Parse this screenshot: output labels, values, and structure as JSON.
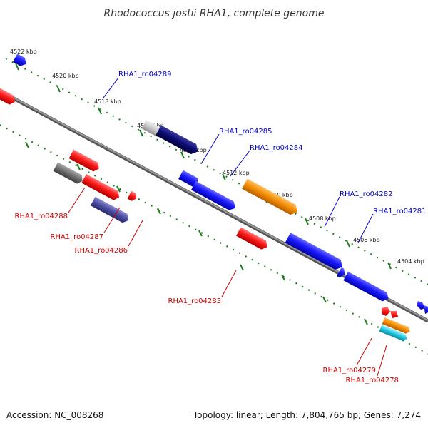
{
  "title": "Rhodococcus jostii RHA1, complete genome",
  "footer": {
    "accession": "Accession: NC_008268",
    "summary": "Topology: linear; Length: 7,804,765 bp; Genes: 7,274"
  },
  "colors": {
    "backbone": "#7a7a7a",
    "ruler": "#1c7a1c",
    "forward_label": "#0000cc",
    "reverse_label": "#cc0000"
  },
  "scale": {
    "tick_labels": [
      "4522 kbp",
      "4520 kbp",
      "4518 kbp",
      "4516 kbp",
      "4514 kbp",
      "4512 kbp",
      "4510 kbp",
      "4508 kbp",
      "4506 kbp",
      "4504 kbp"
    ]
  },
  "gene_labels": {
    "forward": [
      "RHA1_ro04289",
      "RHA1_ro04285",
      "RHA1_ro04284",
      "RHA1_ro04282",
      "RHA1_ro04281"
    ],
    "reverse": [
      "RHA1_ro04288",
      "RHA1_ro04287",
      "RHA1_ro04286",
      "RHA1_ro04283",
      "RHA1_ro04279",
      "RHA1_ro04278"
    ]
  }
}
